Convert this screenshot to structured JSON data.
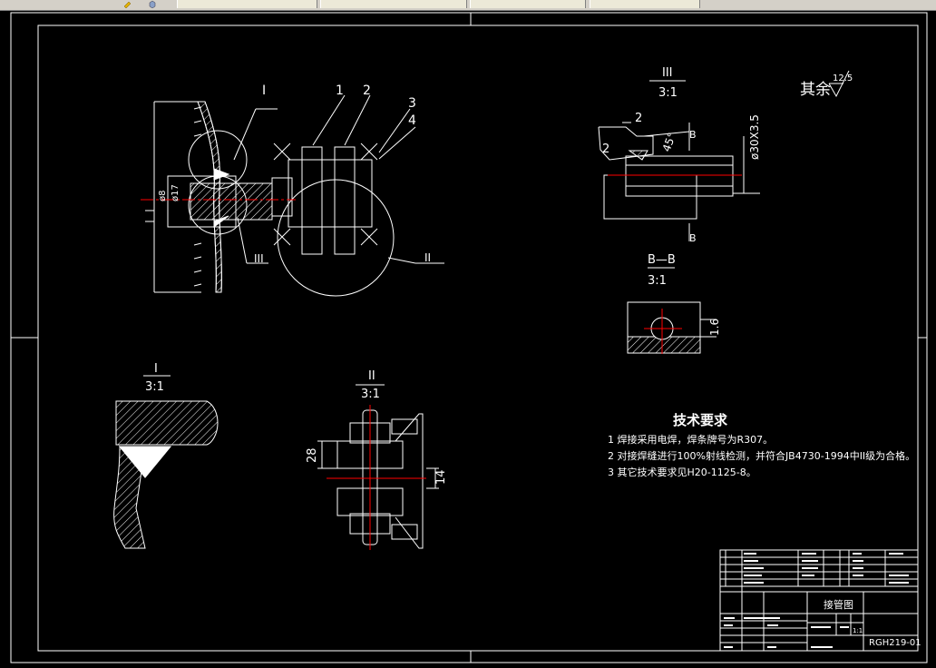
{
  "colors": {
    "background": "#000000",
    "line": "#ffffff",
    "centerline": "#ff0000",
    "toolbar": "#d4d0c8"
  },
  "toolbar": {
    "icons": [
      "tool-icon",
      "cube-icon"
    ],
    "tabs": [
      {
        "label": ""
      },
      {
        "label": ""
      },
      {
        "label": ""
      },
      {
        "label": ""
      }
    ]
  },
  "drawing": {
    "callouts": {
      "c1": "1",
      "c2": "2",
      "c3": "3",
      "c4": "4",
      "roman1": "I",
      "roman2": "II",
      "roman3": "III"
    },
    "main_dims": {
      "d8": "ø8",
      "d17": "ø17"
    },
    "detail3": {
      "title": "III",
      "scale": "3:1",
      "dim_2a": "2",
      "dim_2b": "2",
      "angle": "45°",
      "section_b": "B",
      "pipe": "ø30X3.5"
    },
    "roughness": {
      "label": "其余",
      "value": "12.5"
    },
    "section_bb": {
      "title": "B—B",
      "scale": "3:1",
      "dim": "1.6"
    },
    "detail1": {
      "title": "I",
      "scale": "3:1"
    },
    "detail2": {
      "title": "II",
      "scale": "3:1",
      "dim_28": "28",
      "dim_14": "14"
    },
    "tech_req": {
      "heading": "技术要求",
      "items": [
        "1 焊接采用电焊，焊条牌号为R307。",
        "2 对接焊缝进行100%射线检测，并符合JB4730-1994中II级为合格。",
        "3 其它技术要求见H20-1125-8。"
      ]
    },
    "title_block": {
      "name": "接管图",
      "code": "RGH219-01",
      "scale": "1:1"
    }
  }
}
